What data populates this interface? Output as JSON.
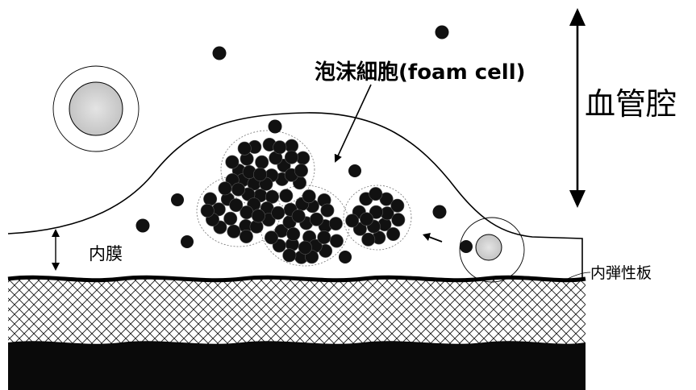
{
  "labels": {
    "lumen": "血管腔",
    "foam_cell": "泡沫細胞(foam cell)",
    "intima": "内膜",
    "internal_elastic_lamina": "内弾性板"
  },
  "colors": {
    "ink": "#000000",
    "background": "#ffffff",
    "cell_nucleus": "#d6d6d6",
    "lipid_droplet": "#111111",
    "media_hatch": "#1a1a1a"
  },
  "icons": {
    "lumen_arrow": "double-headed-vertical-arrow",
    "foam_pointer": "pointer-arrow",
    "intima_marker": "double-headed-vertical-arrow",
    "migration_arrow": "small-arrow"
  }
}
